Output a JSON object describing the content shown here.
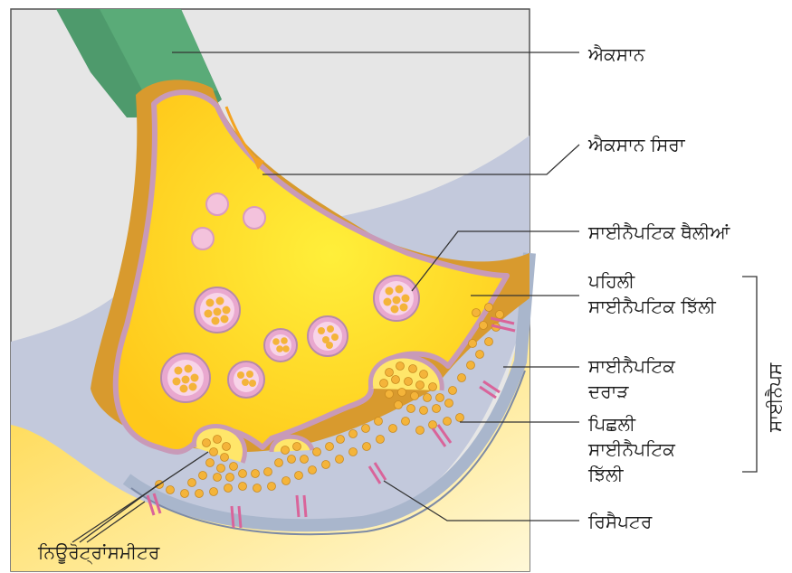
{
  "labels": {
    "axon": "ਐਕਸਾਨ",
    "axon_terminal": "ਐਕਸਾਨ ਸਿਰਾ",
    "synaptic_vesicles": "ਸਾਈਨੈਪਟਿਕ ਥੈਲੀਆਂ",
    "presynaptic_membrane_1": "ਪਹਿਲੀ",
    "presynaptic_membrane_2": "ਸਾਈਨੈਪਟਿਕ ਝਿੱਲੀ",
    "synaptic_cleft_1": "ਸਾਈਨੈਪਟਿਕ",
    "synaptic_cleft_2": "ਦਰਾੜ",
    "postsynaptic_membrane_1": "ਪਿਛਲੀ",
    "postsynaptic_membrane_2": "ਸਾਈਨੈਪਟਿਕ",
    "postsynaptic_membrane_3": "ਝਿੱਲੀ",
    "receptor": "ਰਿਸੈਪਟਰ",
    "neurotransmitter": "ਨਿਊਰੋਟ੍ਰਾਂਸਮੀਟਰ",
    "synapse": "ਸਾਈਨੈਪਸ"
  },
  "colors": {
    "axon": "#4e9a6c",
    "axon_dark": "#3d7f57",
    "terminal": "#ffd21e",
    "membrane": "#d8a8c8",
    "postsynaptic_region": "#ffe04a",
    "cleft": "#c3c9dc",
    "sheath": "#d89a2e",
    "neurotransmitter": "#f4b43a",
    "receptor": "#e07aa8",
    "vesicle": "#f6c6de"
  }
}
